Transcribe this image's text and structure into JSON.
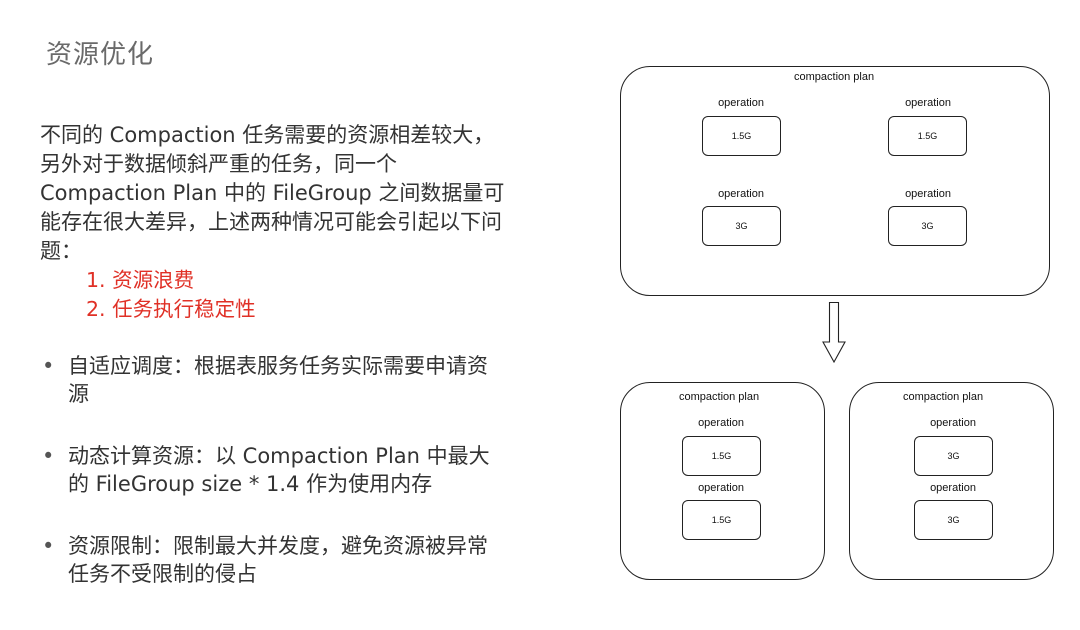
{
  "page": {
    "title": "资源优化",
    "intro": "不同的 Compaction 任务需要的资源相差较大，另外对于数据倾斜严重的任务，同一个 Compaction Plan 中的 FileGroup 之间数据量可能存在很大差异，上述两种情况可能会引起以下问题：",
    "issues": [
      "1. 资源浪费",
      "2. 任务执行稳定性"
    ],
    "bullets": [
      "自适应调度：根据表服务任务实际需要申请资源",
      "动态计算资源：以 Compaction Plan 中最大的 FileGroup size * 1.4 作为使用内存",
      "资源限制：限制最大并发度，避免资源被异常任务不受限制的侵占"
    ],
    "bullet_symbol": "•",
    "accent_color": "#e03026"
  },
  "diagram": {
    "top_plan": {
      "label": "compaction plan",
      "operations": [
        {
          "label": "operation",
          "size": "1.5G"
        },
        {
          "label": "operation",
          "size": "1.5G"
        },
        {
          "label": "operation",
          "size": "3G"
        },
        {
          "label": "operation",
          "size": "3G"
        }
      ]
    },
    "arrow_icon": "down-arrow-icon",
    "left_plan": {
      "label": "compaction plan",
      "operations": [
        {
          "label": "operation",
          "size": "1.5G"
        },
        {
          "label": "operation",
          "size": "1.5G"
        }
      ]
    },
    "right_plan": {
      "label": "compaction plan",
      "operations": [
        {
          "label": "operation",
          "size": "3G"
        },
        {
          "label": "operation",
          "size": "3G"
        }
      ]
    }
  }
}
